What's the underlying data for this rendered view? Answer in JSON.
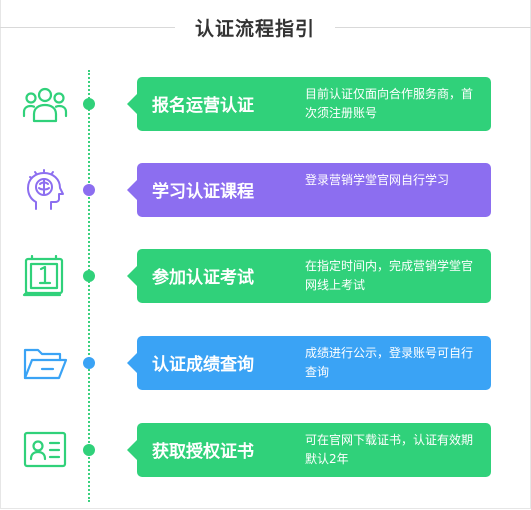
{
  "header": {
    "title": "认证流程指引"
  },
  "colors": {
    "green": "#30d17a",
    "purple": "#8c6ef0",
    "blue": "#3aa3f5",
    "line": "#3ad17e"
  },
  "steps": [
    {
      "title": "报名运营认证",
      "desc": "目前认证仅面向合作服务商，首次须注册账号",
      "icon": "people-group-icon",
      "color": "green"
    },
    {
      "title": "学习认证课程",
      "desc": "登录营销学堂官网自行学习",
      "icon": "brain-head-icon",
      "color": "purple"
    },
    {
      "title": "参加认证考试",
      "desc": "在指定时间内，完成营销学堂官网线上考试",
      "icon": "calendar-exam-icon",
      "color": "green"
    },
    {
      "title": "认证成绩查询",
      "desc": "成绩进行公示，登录账号可自行查询",
      "icon": "folder-icon",
      "color": "blue"
    },
    {
      "title": "获取授权证书",
      "desc": "可在官网下载证书，认证有效期默认2年",
      "icon": "id-card-icon",
      "color": "green"
    }
  ]
}
